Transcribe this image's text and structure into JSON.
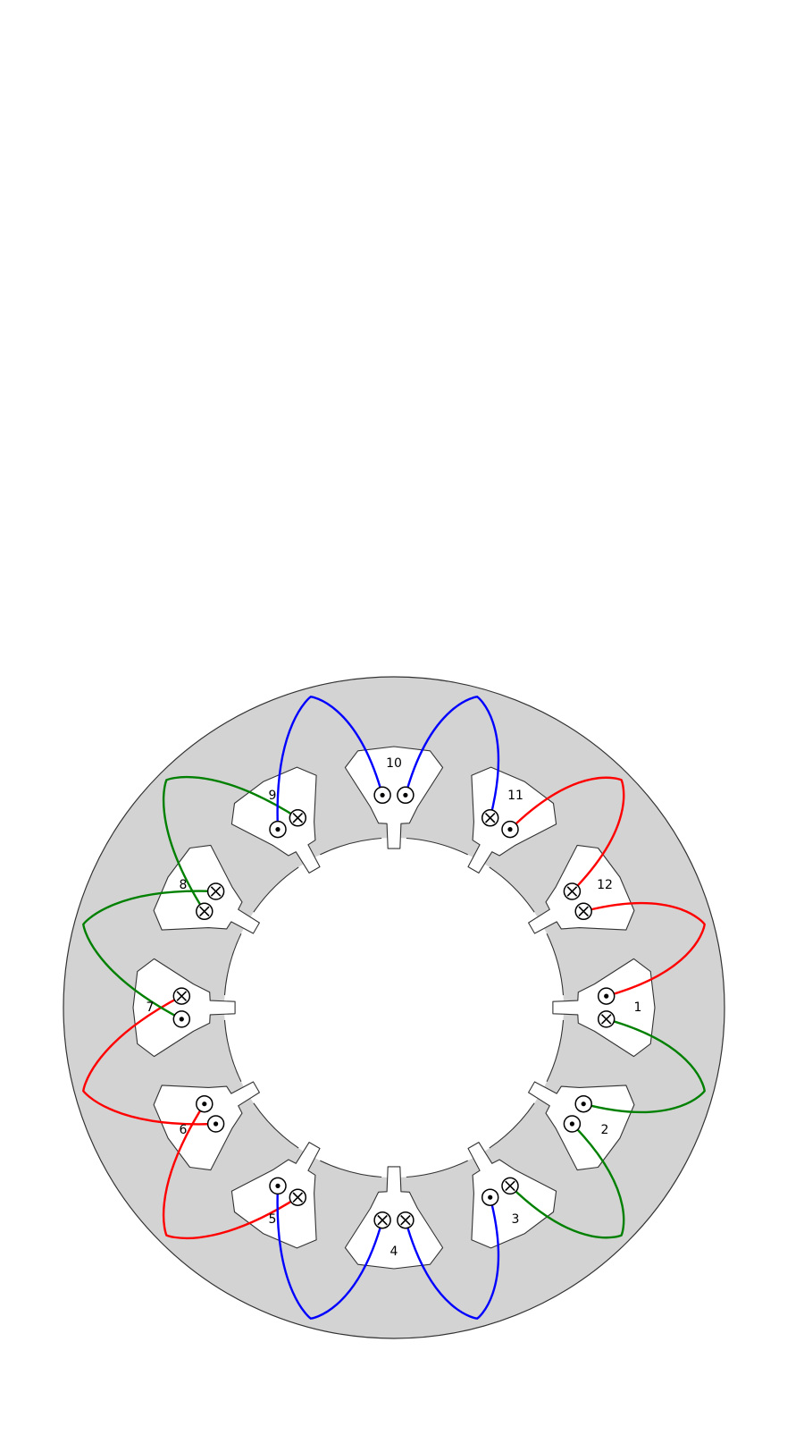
{
  "diagram": {
    "slot_numbers": [
      "1",
      "2",
      "3",
      "4",
      "5",
      "6",
      "7",
      "8",
      "9",
      "10",
      "11",
      "12"
    ],
    "colors": {
      "background": "#ffffff",
      "stator_fill": "#d3d3d3",
      "outline": "#333333",
      "phase_red": "#ff0000",
      "phase_green": "#008000",
      "phase_blue": "#0000ff"
    },
    "conductor_symbols": {
      "dot": "current out of page (dot)",
      "cross": "current into page (cross)"
    },
    "slots": [
      {
        "label": "1",
        "upper": "dot",
        "lower": "cross"
      },
      {
        "label": "2",
        "upper": "dot",
        "lower": "dot"
      },
      {
        "label": "3",
        "upper": "cross",
        "lower": "dot"
      },
      {
        "label": "4",
        "upper": "cross",
        "lower": "cross"
      },
      {
        "label": "5",
        "upper": "cross",
        "lower": "dot"
      },
      {
        "label": "6",
        "upper": "dot",
        "lower": "dot"
      },
      {
        "label": "7",
        "upper": "dot",
        "lower": "cross"
      },
      {
        "label": "8",
        "upper": "cross",
        "lower": "cross"
      },
      {
        "label": "9",
        "upper": "dot",
        "lower": "cross"
      },
      {
        "label": "10",
        "upper": "dot",
        "lower": "dot"
      },
      {
        "label": "11",
        "upper": "cross",
        "lower": "dot"
      },
      {
        "label": "12",
        "upper": "cross",
        "lower": "cross"
      }
    ],
    "coils": [
      {
        "phase": "red",
        "from_slot": "1",
        "to_slot": "12"
      },
      {
        "phase": "red",
        "from_slot": "11",
        "to_slot": "12"
      },
      {
        "phase": "red",
        "from_slot": "6",
        "to_slot": "7"
      },
      {
        "phase": "red",
        "from_slot": "5",
        "to_slot": "6"
      },
      {
        "phase": "green",
        "from_slot": "1",
        "to_slot": "2"
      },
      {
        "phase": "green",
        "from_slot": "2",
        "to_slot": "3"
      },
      {
        "phase": "green",
        "from_slot": "7",
        "to_slot": "8"
      },
      {
        "phase": "green",
        "from_slot": "8",
        "to_slot": "9"
      },
      {
        "phase": "blue",
        "from_slot": "9",
        "to_slot": "10"
      },
      {
        "phase": "blue",
        "from_slot": "10",
        "to_slot": "11"
      },
      {
        "phase": "blue",
        "from_slot": "3",
        "to_slot": "4"
      },
      {
        "phase": "blue",
        "from_slot": "4",
        "to_slot": "5"
      }
    ]
  }
}
